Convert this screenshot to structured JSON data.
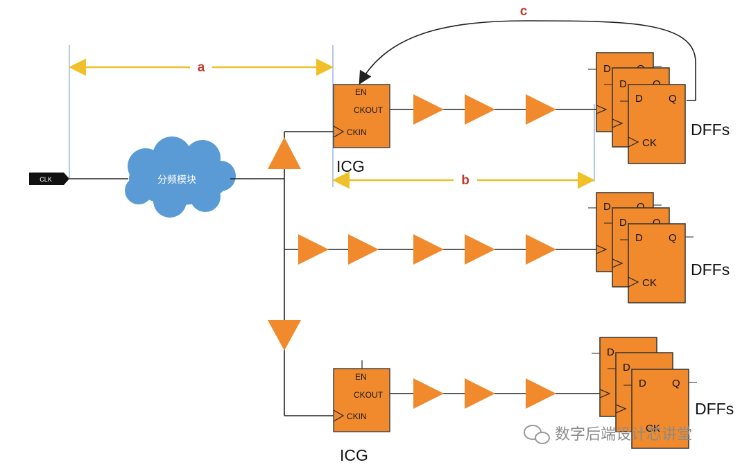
{
  "labels": {
    "a": "a",
    "b": "b",
    "c": "c"
  },
  "clk_port": "CLK",
  "divider": "分频模块",
  "icg": {
    "title": "ICG",
    "pins": [
      "EN",
      "CKOUT",
      "CKIN"
    ]
  },
  "dff": {
    "group_label": "DFFs",
    "pin_d": "D",
    "pin_q": "Q",
    "pin_ck": "CK"
  },
  "watermark": "数字后端设计芯讲堂",
  "colors": {
    "orange": "#f08a2c",
    "orange_dark": "#c86a18",
    "measure_arrow": "#f0c02a",
    "label_red": "#c0392b",
    "cloud": "#5b9bd5",
    "wire": "#222222",
    "guide": "#7fa6d6"
  }
}
